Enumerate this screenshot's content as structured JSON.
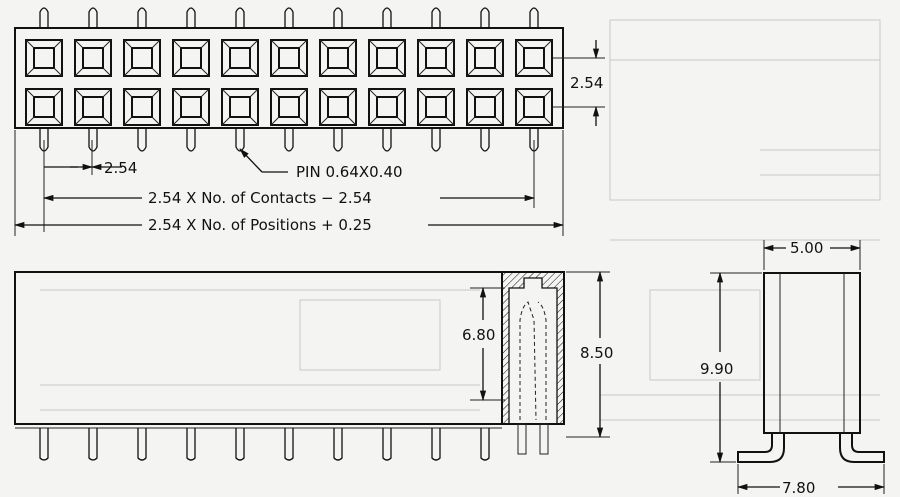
{
  "drawing": {
    "labels": {
      "pitch_right": "2.54",
      "pitch_bottom": "2.54",
      "pin": "PIN 0.64X0.40",
      "contacts_formula": "2.54 X No. of Contacts − 2.54",
      "positions_formula": "2.54 X No. of Positions + 0.25",
      "inner_height": "6.80",
      "body_height": "8.50",
      "total_height": "9.90",
      "body_width": "5.00",
      "foot_width": "7.80"
    },
    "positions_per_row": 11,
    "rows": 2
  }
}
